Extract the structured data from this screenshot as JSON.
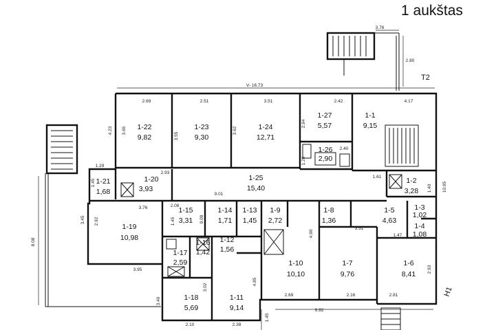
{
  "title": "1 aukštas",
  "marks": {
    "stair_exit": "T2",
    "section_mark": "H1"
  },
  "overall_length": "V- 16.73",
  "rooms": [
    {
      "id": "1-22",
      "area": "9,82"
    },
    {
      "id": "1-23",
      "area": "9,30"
    },
    {
      "id": "1-24",
      "area": "12,71"
    },
    {
      "id": "1-27",
      "area": "5,57"
    },
    {
      "id": "1-1",
      "area": "9,15"
    },
    {
      "id": "1-26",
      "area": "2,90"
    },
    {
      "id": "1-21",
      "area": "1,68"
    },
    {
      "id": "1-20",
      "area": "3,93"
    },
    {
      "id": "1-25",
      "area": "15,40"
    },
    {
      "id": "1-2",
      "area": "3,28"
    },
    {
      "id": "1-19",
      "area": "10,98"
    },
    {
      "id": "1-15",
      "area": "3,31"
    },
    {
      "id": "1-14",
      "area": "1,71"
    },
    {
      "id": "1-13",
      "area": "1,45"
    },
    {
      "id": "1-9",
      "area": "2,72"
    },
    {
      "id": "1-8",
      "area": "1,36"
    },
    {
      "id": "1-5",
      "area": "4,63"
    },
    {
      "id": "1-3",
      "area": "1,02"
    },
    {
      "id": "1-4",
      "area": "1,08"
    },
    {
      "id": "1-16",
      "area": "1,42"
    },
    {
      "id": "1-12",
      "area": "1,56"
    },
    {
      "id": "1-17",
      "area": "2,59"
    },
    {
      "id": "1-10",
      "area": "10,10"
    },
    {
      "id": "1-7",
      "area": "9,76"
    },
    {
      "id": "1-6",
      "area": "8,41"
    },
    {
      "id": "1-18",
      "area": "5,69"
    },
    {
      "id": "1-11",
      "area": "9,14"
    }
  ],
  "dimensions": [
    "3.76",
    "2.80",
    "2.69",
    "2.51",
    "3.51",
    "2.42",
    "4.17",
    "4.23",
    "3.65",
    "3.62",
    "3.55",
    "2.94",
    "2.40",
    "1.20",
    "1.29",
    "1.45",
    "2.93",
    "9.01",
    "1.61",
    "1.40",
    "10.95",
    "3.76",
    "3.45",
    "2.92",
    "2.08",
    "1.45",
    "4.90",
    "3.51",
    "1.47",
    "3.95",
    "9.09",
    "3.40",
    "2.10",
    "3.02",
    "2.38",
    "4.85",
    "2.69",
    "9.92",
    "2.16",
    "2.81",
    "2.93",
    "1.45",
    "8.08"
  ]
}
